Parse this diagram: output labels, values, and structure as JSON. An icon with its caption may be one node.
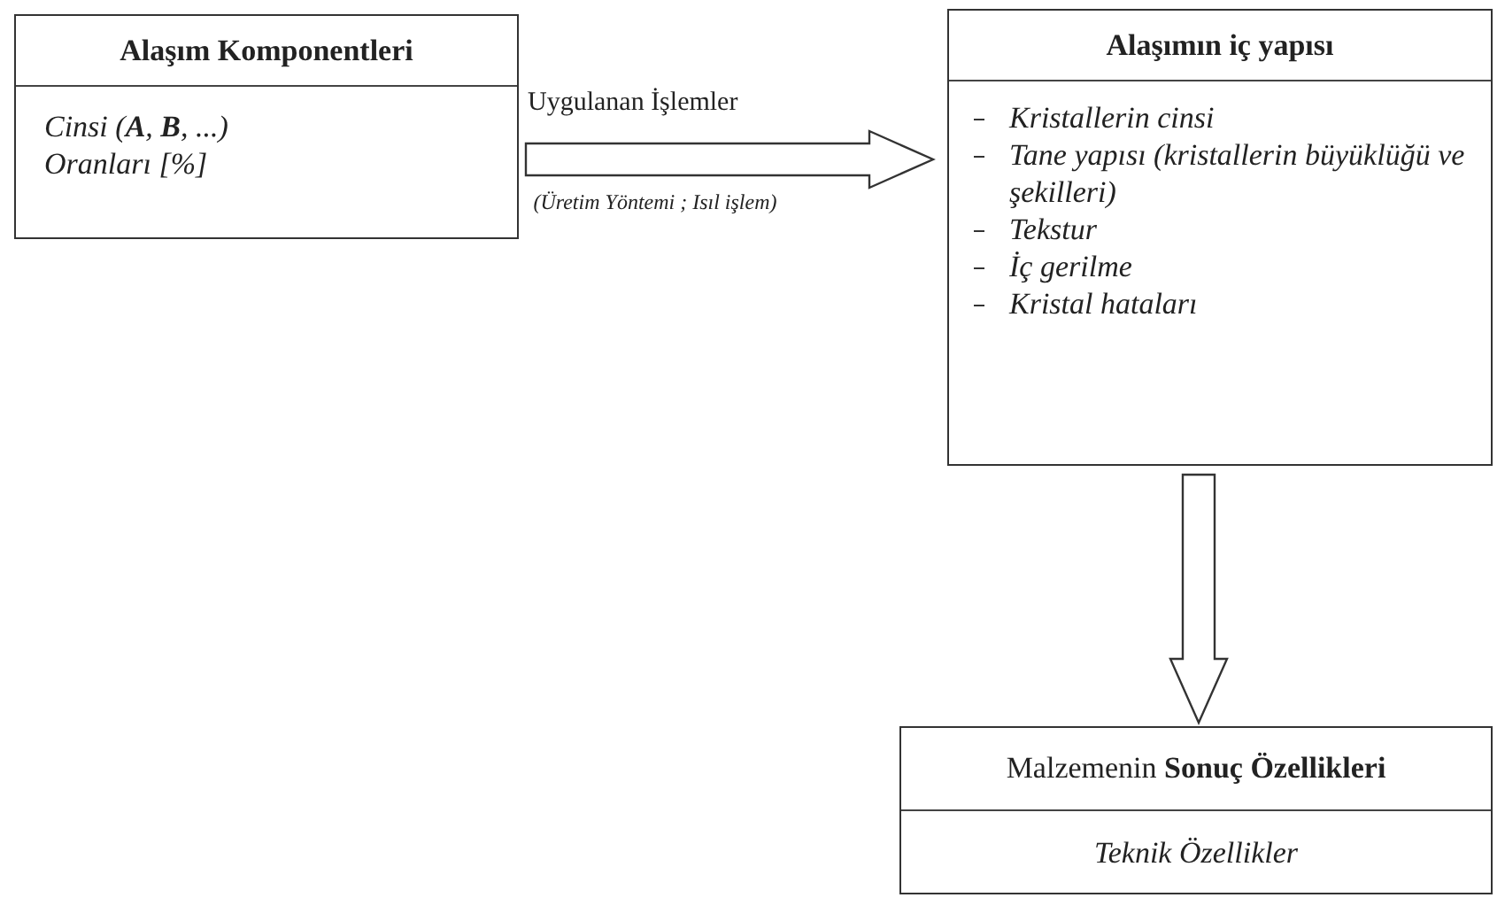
{
  "diagram": {
    "nodes": [
      {
        "text": [
          "Alaşım Komponentleri",
          "Cinsi (**A**, **B**, ...)",
          "Oranları [%]"
        ]
      },
      {
        "text": [
          "Alaşımın iç yapısı",
          "Kristallerin cinsi",
          "Tane yapısı (kristallerin büyüklüğü ve şekilleri)",
          "Tekstur",
          "İç gerilme",
          "Kristal hataları"
        ]
      },
      {
        "text": [
          "Malzemenin **Sonuç Özellikleri**",
          "Teknik Özellikler"
        ]
      }
    ],
    "edges": [
      {
        "from": 0,
        "to": 1,
        "arrow": "to",
        "label": "Uygulanan İşlemler"
      },
      {
        "from": 1,
        "to": 2,
        "arrow": "to"
      }
    ],
    "labels": [
      "(Üretim Yöntemi ; Isıl işlem)"
    ]
  }
}
